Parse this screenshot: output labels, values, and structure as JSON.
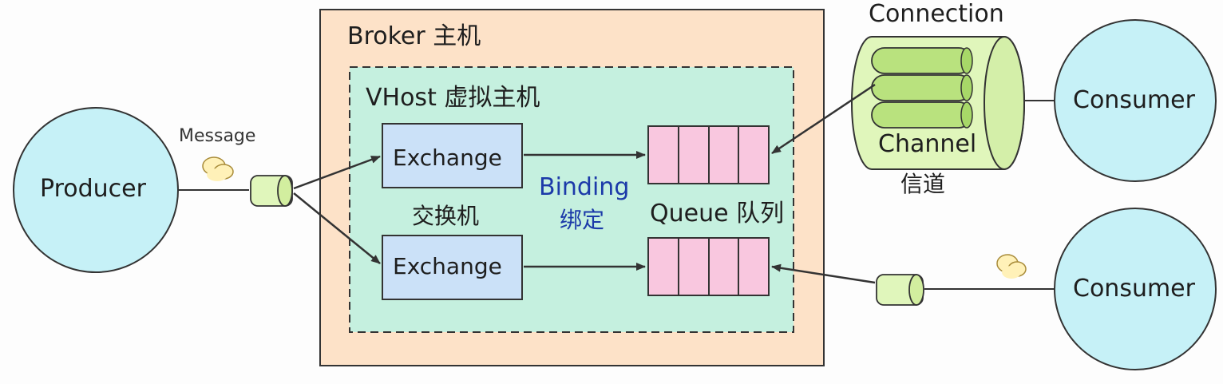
{
  "broker": {
    "title": "Broker 主机"
  },
  "vhost": {
    "title": "VHost 虚拟主机"
  },
  "producer": {
    "label": "Producer"
  },
  "message": {
    "label": "Message"
  },
  "exchanges": [
    {
      "label": "Exchange"
    },
    {
      "label": "Exchange"
    }
  ],
  "exchange_caption": "交换机",
  "binding": {
    "label": "Binding",
    "sublabel": "绑定"
  },
  "queue_caption": "Queue 队列",
  "connection": {
    "label": "Connection",
    "channel_label": "Channel",
    "channel_caption": "信道"
  },
  "consumers": [
    {
      "label": "Consumer"
    },
    {
      "label": "Consumer"
    }
  ],
  "colors": {
    "circle_fill": "#c6f1f7",
    "broker_fill": "#fde2c8",
    "vhost_fill": "#c5f0df",
    "exchange_fill": "#cbe1f8",
    "queue_fill": "#f9c7df",
    "pipe_fill": "#e0f6bb",
    "message_fill": "#fff1b8"
  }
}
